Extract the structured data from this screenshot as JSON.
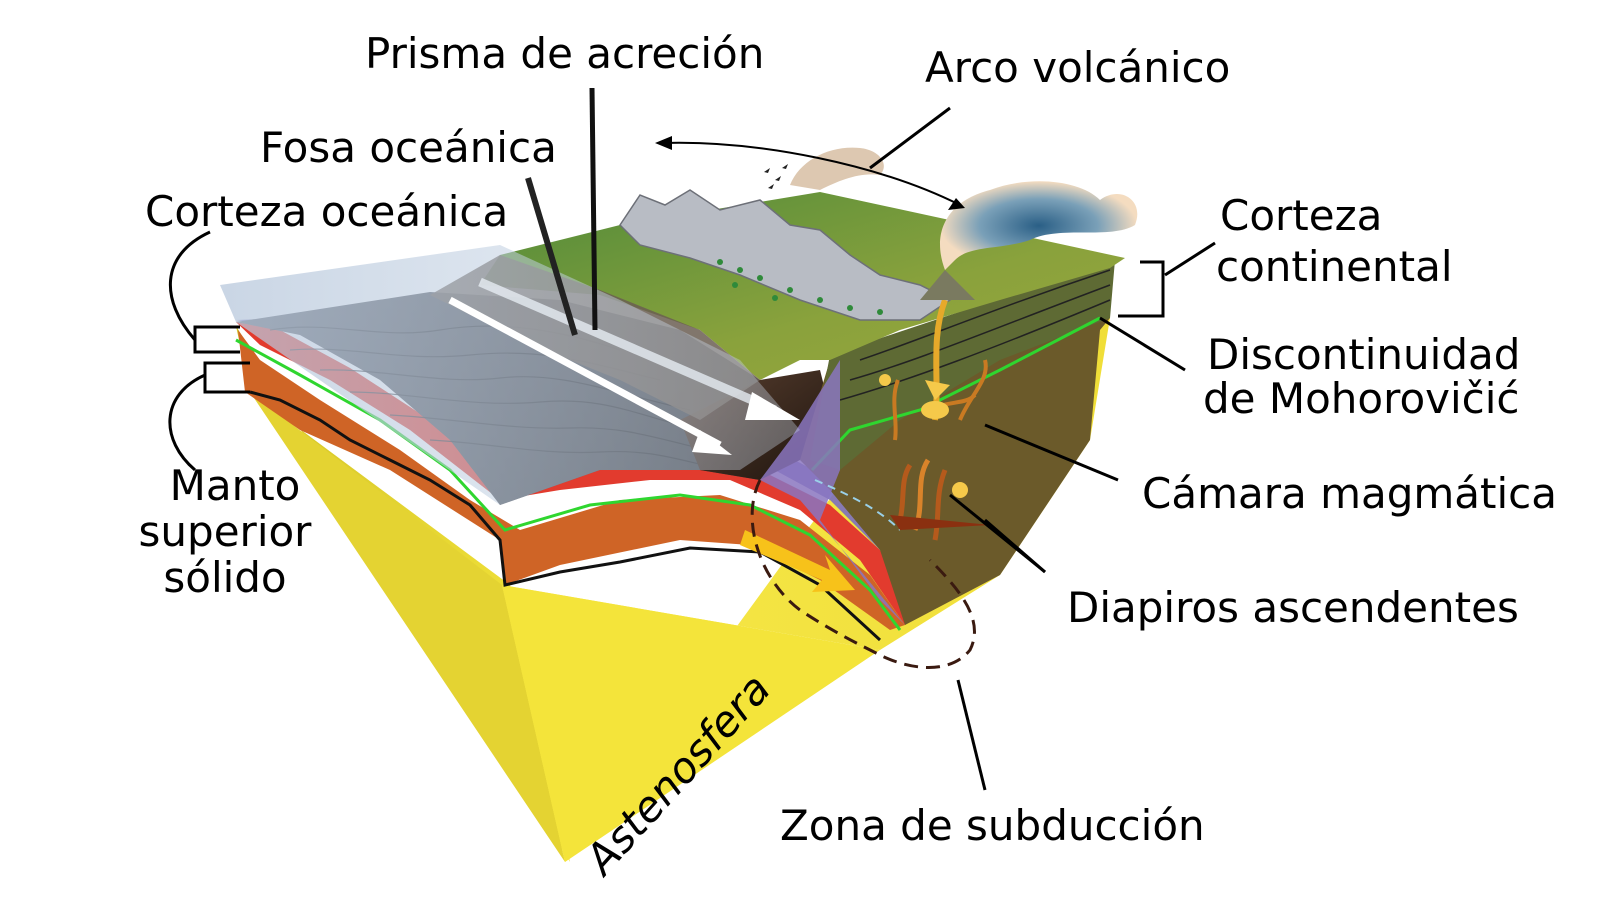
{
  "labels": {
    "prisma": "Prisma de acreción",
    "arco": "Arco volcánico",
    "fosa": "Fosa oceánica",
    "corteza_oceanica": "Corteza oceánica",
    "corteza_continental_1": "Corteza",
    "corteza_continental_2": "continental",
    "moho_1": "Discontinuidad",
    "moho_2": "de Mohorovičić",
    "camara": "Cámara magmática",
    "manto_1": "Manto",
    "manto_2": "superior",
    "manto_3": "sólido",
    "diapiros": "Diapiros ascendentes",
    "astenosfera": "Astenosfera",
    "zona": "Zona de subducción"
  },
  "colors": {
    "asthenosphere": "#f4e43a",
    "mantle": "#d2651f",
    "oceanic_crust": "#e03a2e",
    "continental_crust": "#6b5a2a",
    "ocean_floor": "#4a4c52",
    "land_surface": "#6f9a3a",
    "moho_line": "#2fd62f"
  }
}
